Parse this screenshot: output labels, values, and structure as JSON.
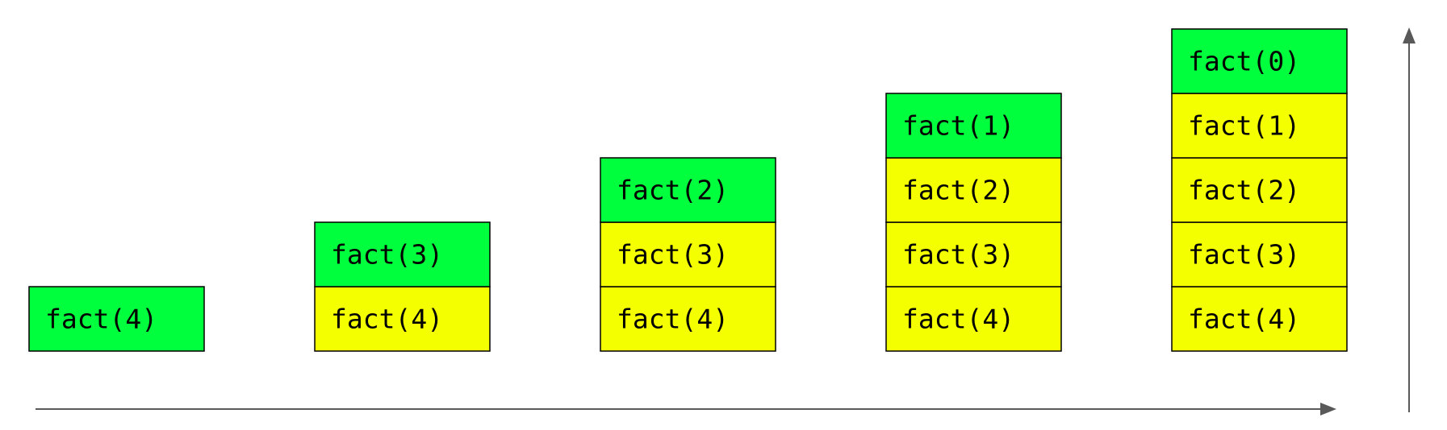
{
  "diagram": {
    "colors": {
      "active_frame": "#00ff3c",
      "waiting_frame": "#f4ff00",
      "border": "#000000",
      "arrow": "#595959"
    },
    "stacks": [
      {
        "frames": [
          "fact(4)"
        ]
      },
      {
        "frames": [
          "fact(4)",
          "fact(3)"
        ]
      },
      {
        "frames": [
          "fact(4)",
          "fact(3)",
          "fact(2)"
        ]
      },
      {
        "frames": [
          "fact(4)",
          "fact(3)",
          "fact(2)",
          "fact(1)"
        ]
      },
      {
        "frames": [
          "fact(4)",
          "fact(3)",
          "fact(2)",
          "fact(1)",
          "fact(0)"
        ]
      }
    ],
    "arrows": [
      {
        "name": "time-arrow",
        "direction": "right"
      },
      {
        "name": "stack-growth-arrow",
        "direction": "up"
      }
    ]
  }
}
